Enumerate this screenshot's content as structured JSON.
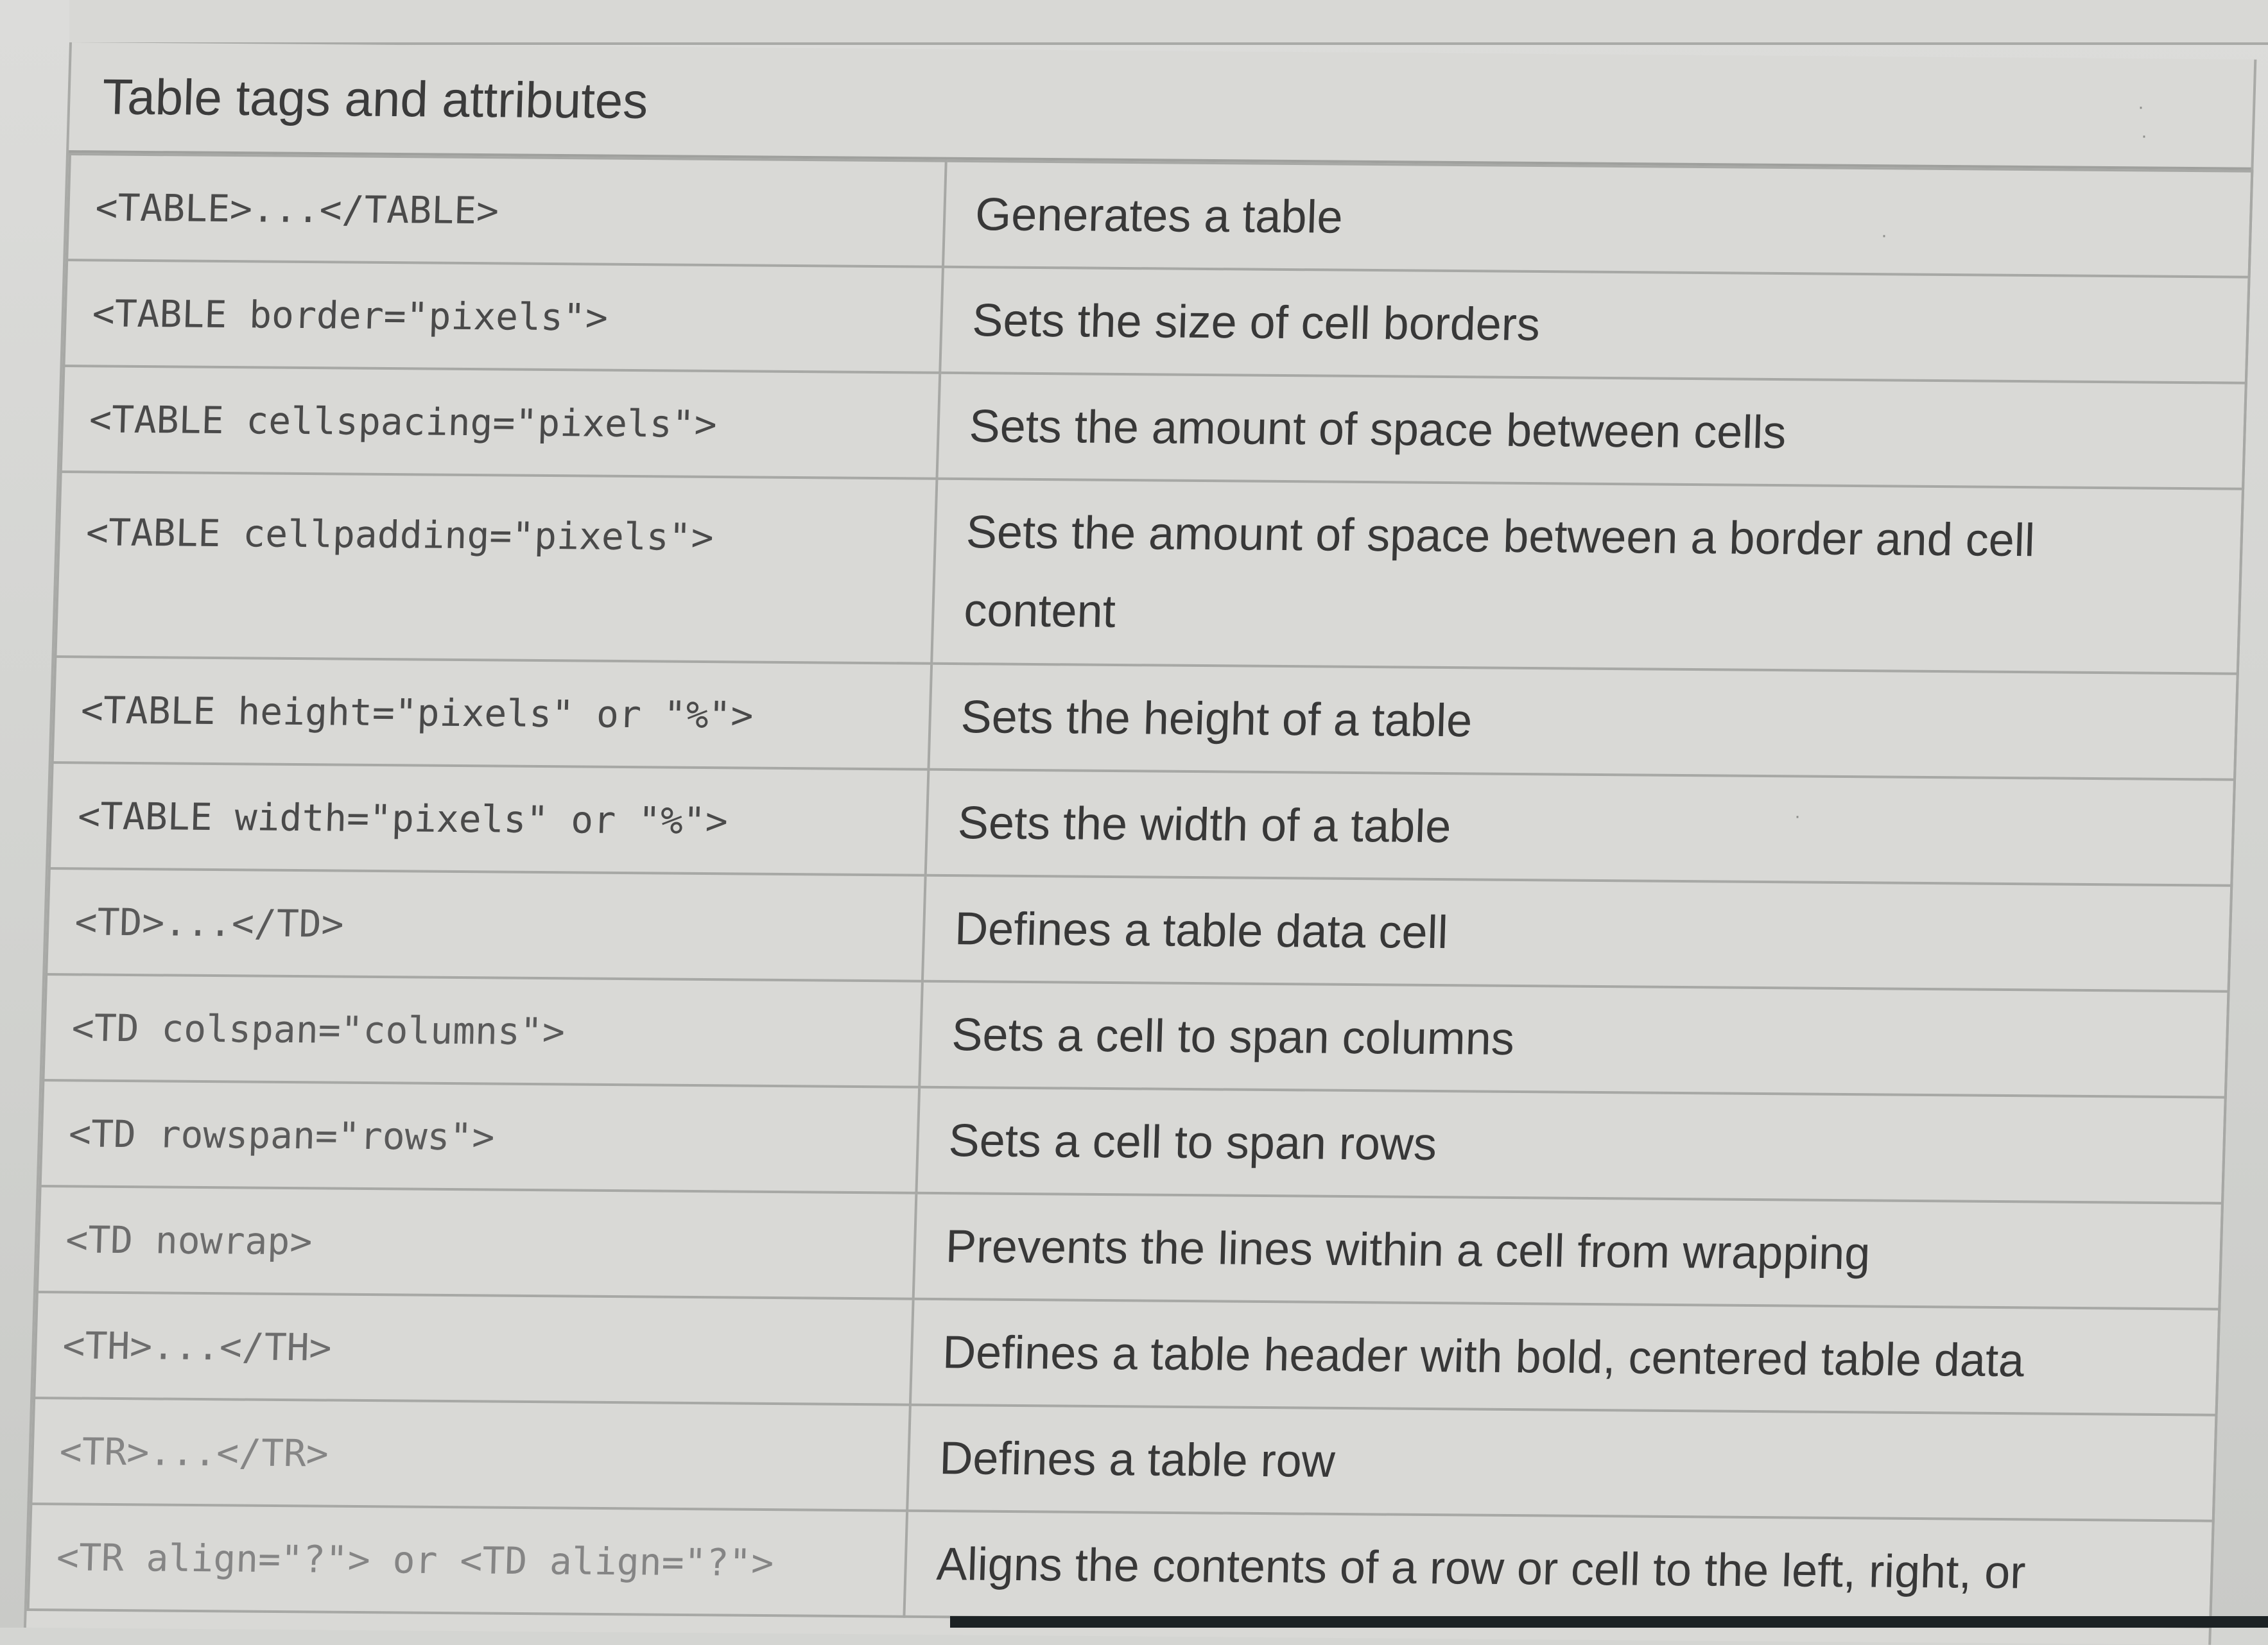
{
  "table": {
    "caption": "Table tags and attributes",
    "rows": [
      {
        "tag": "<TABLE>...</TABLE>",
        "description": "Generates a table"
      },
      {
        "tag": "<TABLE border=\"pixels\">",
        "description": "Sets the size of cell borders"
      },
      {
        "tag": "<TABLE cellspacing=\"pixels\">",
        "description": "Sets the amount of space between cells"
      },
      {
        "tag": "<TABLE cellpadding=\"pixels\">",
        "description": "Sets the amount of space between a border and cell content"
      },
      {
        "tag": "<TABLE height=\"pixels\" or \"%\">",
        "description": "Sets the height of a table"
      },
      {
        "tag": "<TABLE width=\"pixels\" or \"%\">",
        "description": "Sets the width of a table"
      },
      {
        "tag": "<TD>...</TD>",
        "description": "Defines a table data cell"
      },
      {
        "tag": "<TD colspan=\"columns\">",
        "description": "Sets a cell to span columns"
      },
      {
        "tag": "<TD rowspan=\"rows\">",
        "description": "Sets a cell to span rows"
      },
      {
        "tag": "<TD nowrap>",
        "description": "Prevents the lines within a cell from wrapping"
      },
      {
        "tag": "<TH>...</TH>",
        "description": "Defines a table header with bold, centered table data"
      },
      {
        "tag": "<TR>...</TR>",
        "description": "Defines a table row"
      },
      {
        "tag": "<TR align=\"?\"> or <TD align=\"?\">",
        "description": "Aligns the contents of a row or cell to the left, right, or"
      }
    ]
  }
}
